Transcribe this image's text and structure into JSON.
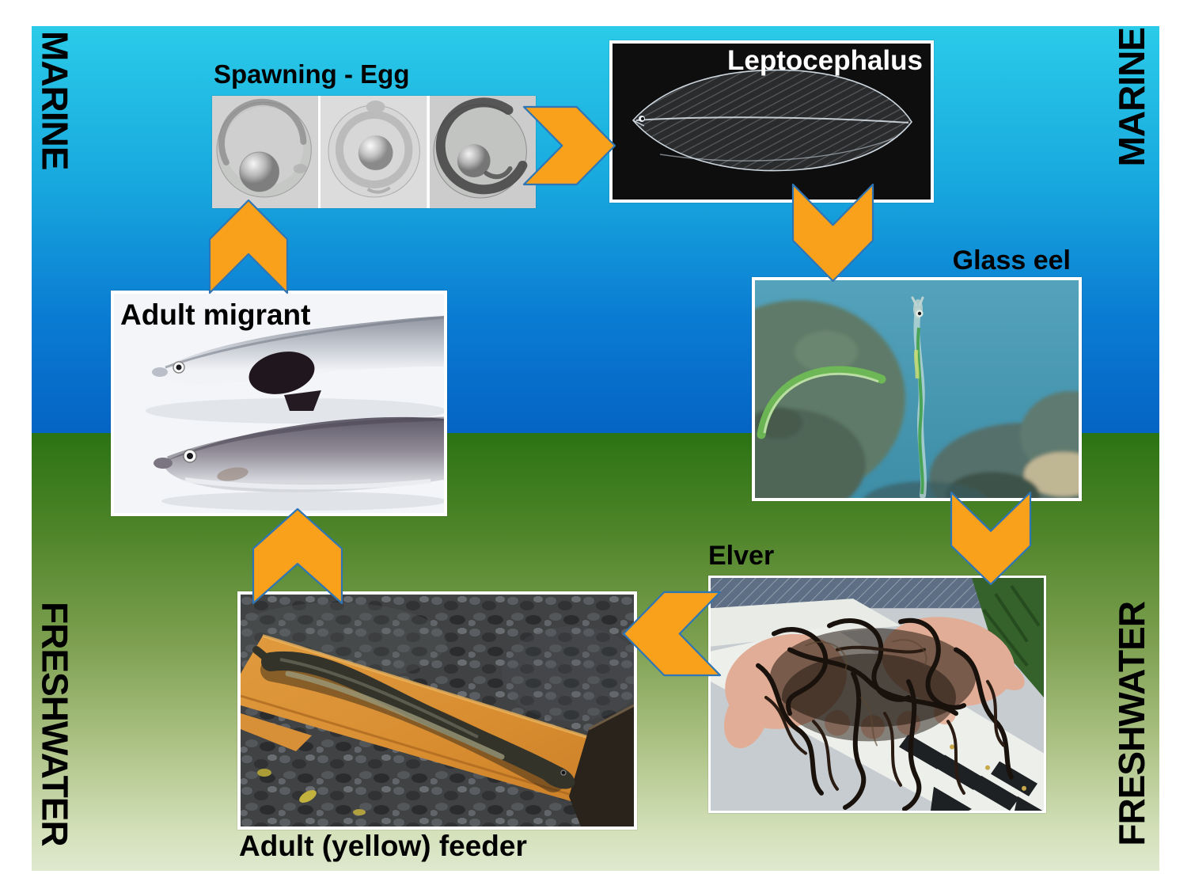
{
  "title": "Eel life cycle diagram",
  "zone_labels": {
    "marine": "MARINE",
    "freshwater": "FRESHWATER"
  },
  "stages": {
    "spawning_egg": {
      "label": "Spawning - Egg"
    },
    "leptocephalus": {
      "label": "Leptocephalus"
    },
    "glass_eel": {
      "label": "Glass eel"
    },
    "elver": {
      "label": "Elver"
    },
    "adult_yellow_feeder": {
      "label": "Adult (yellow) feeder"
    },
    "adult_migrant": {
      "label": "Adult migrant"
    }
  },
  "arrows": {
    "egg_to_leptocephalus": {
      "direction": "right"
    },
    "leptocephalus_to_glass_eel": {
      "direction": "down"
    },
    "glass_eel_to_elver": {
      "direction": "down"
    },
    "elver_to_feeder": {
      "direction": "left"
    },
    "feeder_to_migrant": {
      "direction": "up"
    },
    "migrant_to_egg": {
      "direction": "up"
    }
  },
  "colors": {
    "arrow_fill": "#F9A11B",
    "arrow_outline": "#2E75B6",
    "marine_gradient_top": "#2BCBE9",
    "marine_gradient_bottom": "#0564C4",
    "freshwater_gradient_top": "#2B7313",
    "freshwater_gradient_bottom": "#DEE8CE",
    "zone_label_color": "#000000",
    "leptocephalus_label_color": "#FFFFFF"
  }
}
